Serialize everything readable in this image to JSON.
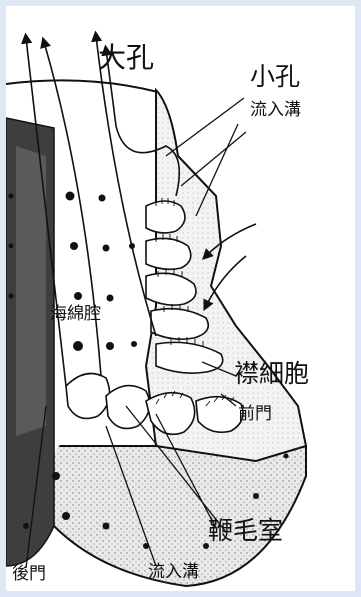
{
  "labels": {
    "osculum": "大孔",
    "ostium": "小孔",
    "incurrent_canal_top": "流入溝",
    "spongocoel": "海綿腔",
    "choanocyte": "襟細胞",
    "prosopyle": "前門",
    "flagellated_chamber": "鞭毛室",
    "apopyle": "後門",
    "incurrent_canal_bottom": "流入溝"
  },
  "colors": {
    "frame": "#dde7f6",
    "ink": "#111111",
    "wall_shade": "#444444",
    "stipple": "#9a9a9a"
  }
}
